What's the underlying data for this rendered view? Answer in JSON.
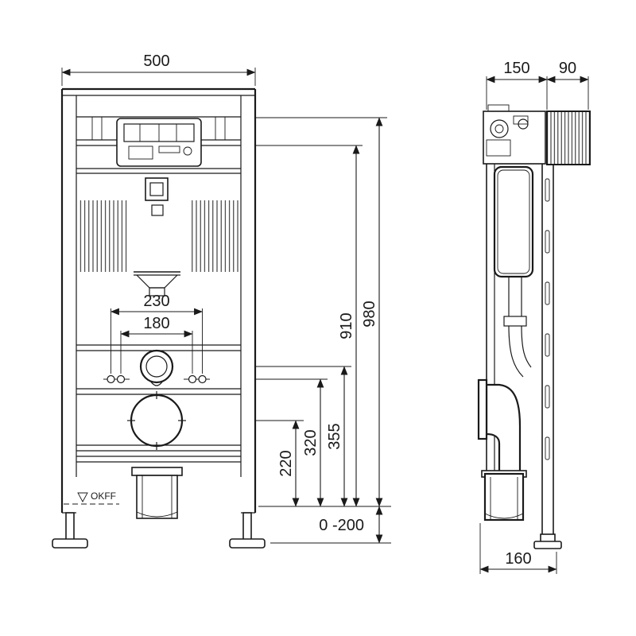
{
  "front": {
    "width": "500",
    "spacing_outer": "230",
    "spacing_inner": "180",
    "height_total": "980",
    "height_upper": "910",
    "h_355": "355",
    "h_320": "320",
    "h_220": "220",
    "foot_adjust": "0 -200",
    "floor": "OKFF"
  },
  "side": {
    "depth_frame": "150",
    "depth_actuator": "90",
    "depth_outlet": "160"
  },
  "colors": {
    "line": "#1a1a1a",
    "background": "#ffffff"
  }
}
